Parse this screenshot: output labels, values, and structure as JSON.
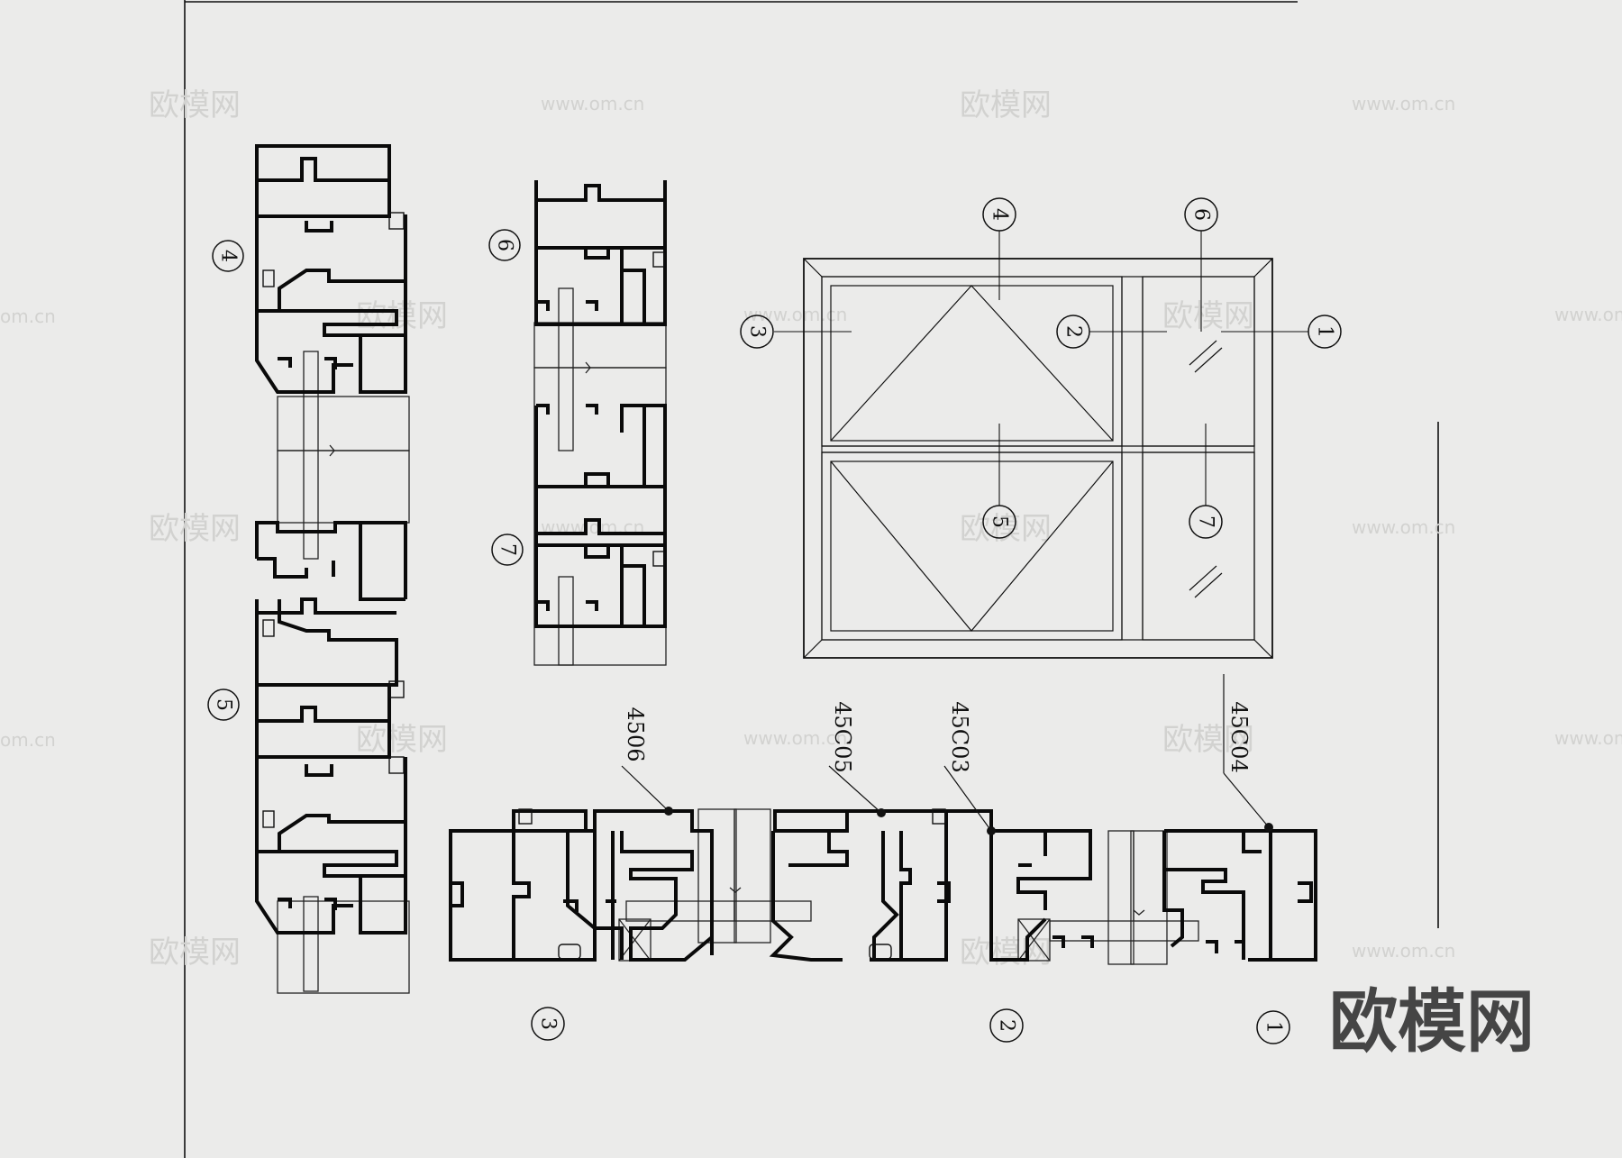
{
  "callouts": {
    "left_top": "4",
    "left_bottom": "5",
    "mid_top": "6",
    "mid_bottom": "7",
    "elev_top_4": "4",
    "elev_top_6": "6",
    "elev_left_3": "3",
    "elev_mid_2": "2",
    "elev_right_1": "1",
    "elev_center_5": "5",
    "elev_right_7": "7",
    "bottom_3": "3",
    "bottom_2": "2",
    "bottom_1": "1"
  },
  "profile_codes": {
    "a": "4506",
    "b": "45C05",
    "c": "45C03",
    "d": "45C04"
  },
  "watermark": {
    "cn": "欧模网",
    "url": "www.om.cn",
    "url_short": "om.cn"
  },
  "brand_logo": "欧模网"
}
